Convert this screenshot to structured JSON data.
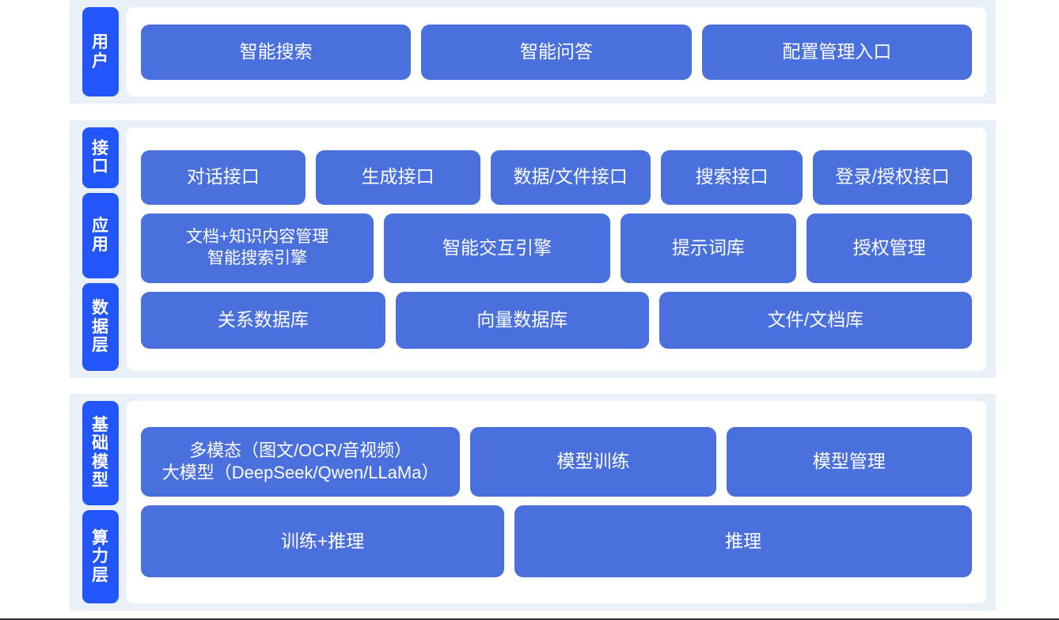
{
  "colors": {
    "band_background": "#EAF0F8",
    "chip_blue": "#2255FA",
    "box_blue": "#4A70DE",
    "panel_white": "#FFFFFF",
    "page_white": "#FFFFFF",
    "text_white": "#FFFFFF"
  },
  "sections": [
    {
      "id": "user",
      "labels": [
        "用户"
      ],
      "rows": [
        {
          "id": "user-entries",
          "boxes": [
            "智能搜索",
            "智能问答",
            "配置管理入口"
          ]
        }
      ]
    },
    {
      "id": "platform",
      "labels": [
        "接口",
        "应用",
        "数据层"
      ],
      "rows": [
        {
          "id": "interface",
          "boxes": [
            "对话接口",
            "生成接口",
            "数据/文件接口",
            "搜索接口",
            "登录/授权接口"
          ]
        },
        {
          "id": "application",
          "boxes": [
            "文档+知识内容管理\n智能搜索引擎",
            "智能交互引擎",
            "提示词库",
            "授权管理"
          ]
        },
        {
          "id": "data",
          "boxes": [
            "关系数据库",
            "向量数据库",
            "文件/文档库"
          ]
        }
      ]
    },
    {
      "id": "infrastructure",
      "labels": [
        "基础模型",
        "算力层"
      ],
      "rows": [
        {
          "id": "model",
          "boxes": [
            "多模态（图文/OCR/音视频）\n大模型（DeepSeek/Qwen/LLaMa）",
            "模型训练",
            "模型管理"
          ]
        },
        {
          "id": "compute",
          "boxes": [
            "训练+推理",
            "推理"
          ]
        }
      ]
    }
  ],
  "labels": {
    "user": "用户",
    "interface": "接口",
    "application": "应用",
    "data_layer": "数据层",
    "foundation_model": "基础模型",
    "compute_layer": "算力层"
  }
}
